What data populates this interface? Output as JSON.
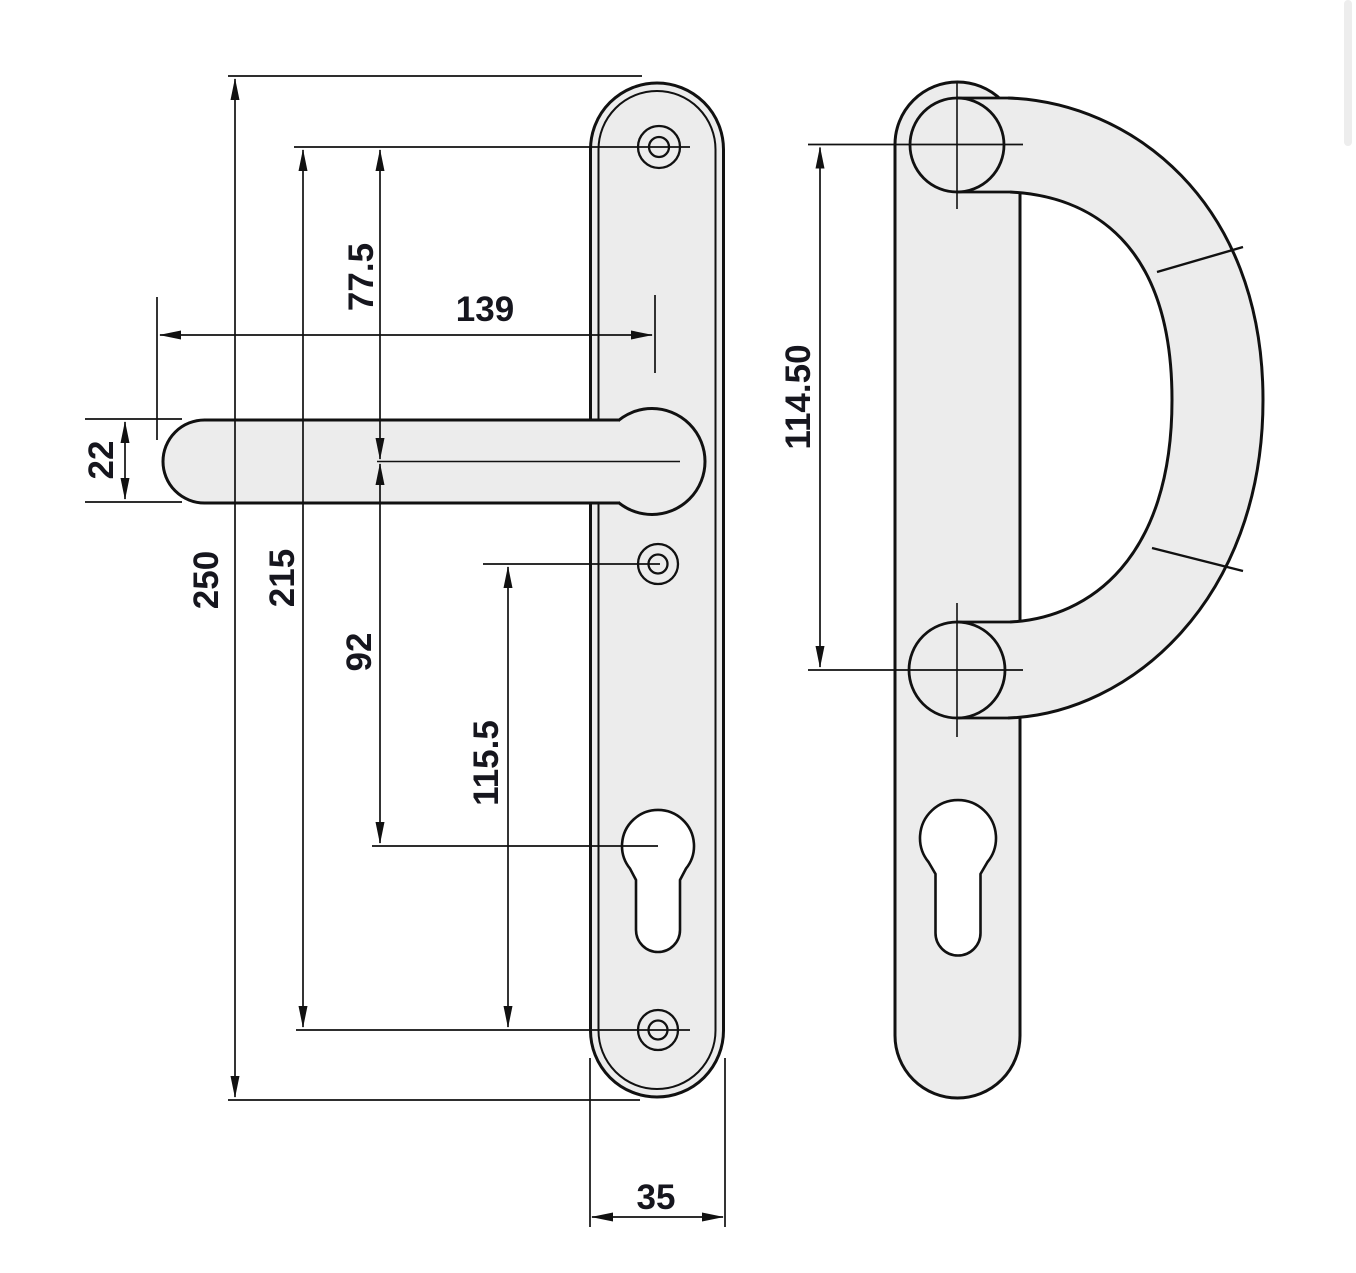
{
  "drawing": {
    "kind": "door-handle-dimension-drawing",
    "dimensions": {
      "overall_plate_height": "250",
      "screw_fixing_centres": "215",
      "top_screw_to_lever_centre": "77.5",
      "lever_centre_to_cylinder": "92",
      "mid_screw_to_bottom_screw": "115.5",
      "lever_section_thickness": "22",
      "lever_length": "139",
      "plate_width": "35",
      "pull_handle_fixing_centres": "114.50"
    },
    "colors": {
      "background": "#ffffff",
      "part_fill": "#ececec",
      "outline": "#111111",
      "dimension_text": "#16161e",
      "scrollbar": "#ededed"
    }
  }
}
